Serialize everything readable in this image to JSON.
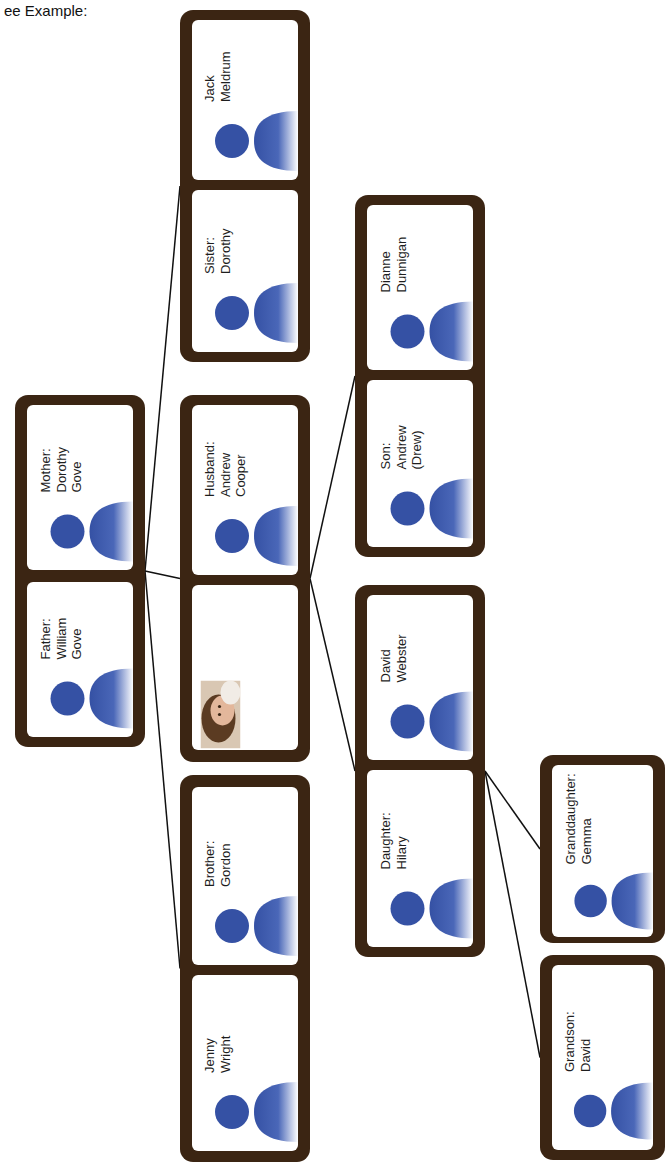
{
  "diagram": {
    "nodes": [
      {
        "text": []
      },
      {
        "text": [
          "Father: William Gove"
        ],
        "in": 0
      },
      {
        "text": [
          "Mother: Dorothy Gove"
        ],
        "in": 0
      },
      {
        "text": []
      },
      {
        "text": [
          "Jenny Wright"
        ],
        "in": 3
      },
      {
        "text": [
          "Brother: Gordon"
        ],
        "in": 3
      },
      {
        "text": []
      },
      {
        "text": [],
        "in": 6
      },
      {
        "text": [
          "Husband: Andrew Cooper"
        ],
        "in": 6
      },
      {
        "text": []
      },
      {
        "text": [
          "Sister: Dorothy"
        ],
        "in": 9
      },
      {
        "text": [
          "Jack Meldrum"
        ],
        "in": 9
      },
      {
        "text": []
      },
      {
        "text": [
          "Daughter: Hilary"
        ],
        "in": 12
      },
      {
        "text": [
          "David Webster"
        ],
        "in": 12
      },
      {
        "text": []
      },
      {
        "text": [
          "Son: Andrew (Drew)"
        ],
        "in": 15
      },
      {
        "text": [
          "Dianne Dunnigan"
        ],
        "in": 15
      },
      {
        "text": []
      },
      {
        "text": [
          "Grandson: David"
        ],
        "in": 18
      },
      {
        "text": []
      },
      {
        "text": [
          "Granddaughter: Gemma"
        ],
        "in": 20
      }
    ],
    "edges": [
      {
        "from": 0,
        "to": 3,
        "arrow": "none"
      },
      {
        "from": 0,
        "to": 6,
        "arrow": "none"
      },
      {
        "from": 0,
        "to": 9,
        "arrow": "none"
      },
      {
        "from": 6,
        "to": 12,
        "arrow": "none"
      },
      {
        "from": 6,
        "to": 15,
        "arrow": "none"
      },
      {
        "from": 12,
        "to": 18,
        "arrow": "none"
      },
      {
        "from": 12,
        "to": 20,
        "arrow": "none"
      }
    ],
    "labels": [
      "ee Example:"
    ]
  }
}
